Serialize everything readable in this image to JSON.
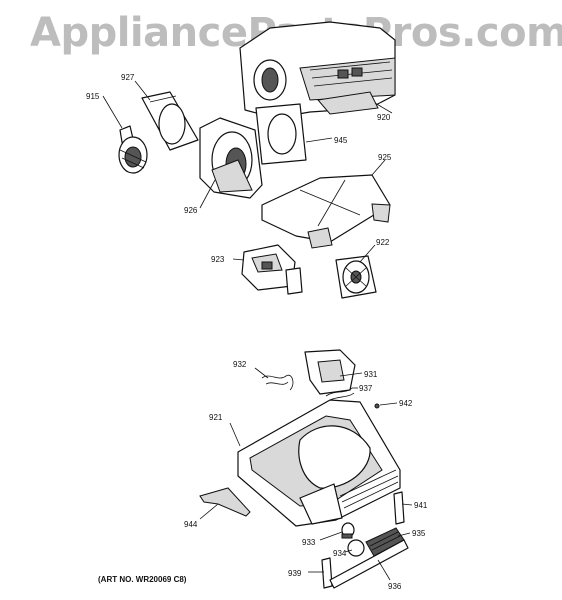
{
  "watermark": "AppliancePartsPros.com",
  "art_number": "(ART NO. WR20069 C8)",
  "callouts": {
    "p915": "915",
    "p927": "927",
    "p920": "920",
    "p945": "945",
    "p925": "925",
    "p926": "926",
    "p923": "923",
    "p922": "922",
    "p932": "932",
    "p931": "931",
    "p937": "937",
    "p942": "942",
    "p921": "921",
    "p941": "941",
    "p944": "944",
    "p935": "935",
    "p933": "933",
    "p934": "934",
    "p939": "939",
    "p936": "936"
  }
}
